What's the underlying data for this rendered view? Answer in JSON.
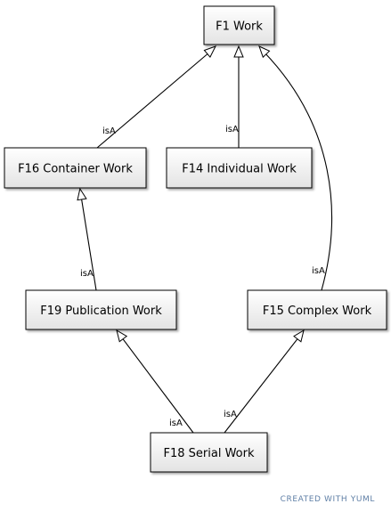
{
  "diagram": {
    "nodes": {
      "f1": "F1 Work",
      "f16": "F16 Container Work",
      "f14": "F14 Individual Work",
      "f19": "F19 Publication Work",
      "f15": "F15 Complex Work",
      "f18": "F18 Serial Work"
    },
    "edges": [
      {
        "from": "F16 Container Work",
        "to": "F1 Work",
        "label": "isA"
      },
      {
        "from": "F14 Individual Work",
        "to": "F1 Work",
        "label": "isA"
      },
      {
        "from": "F15 Complex Work",
        "to": "F1 Work",
        "label": "isA"
      },
      {
        "from": "F19 Publication Work",
        "to": "F16 Container Work",
        "label": "isA"
      },
      {
        "from": "F18 Serial Work",
        "to": "F19 Publication Work",
        "label": "isA"
      },
      {
        "from": "F18 Serial Work",
        "to": "F15 Complex Work",
        "label": "isA"
      }
    ],
    "watermark": "CREATED WITH YUML",
    "node_fill_top": "#ffffff",
    "node_fill_bottom": "#e3e3e3",
    "watermark_color": "#5f7fa6"
  }
}
